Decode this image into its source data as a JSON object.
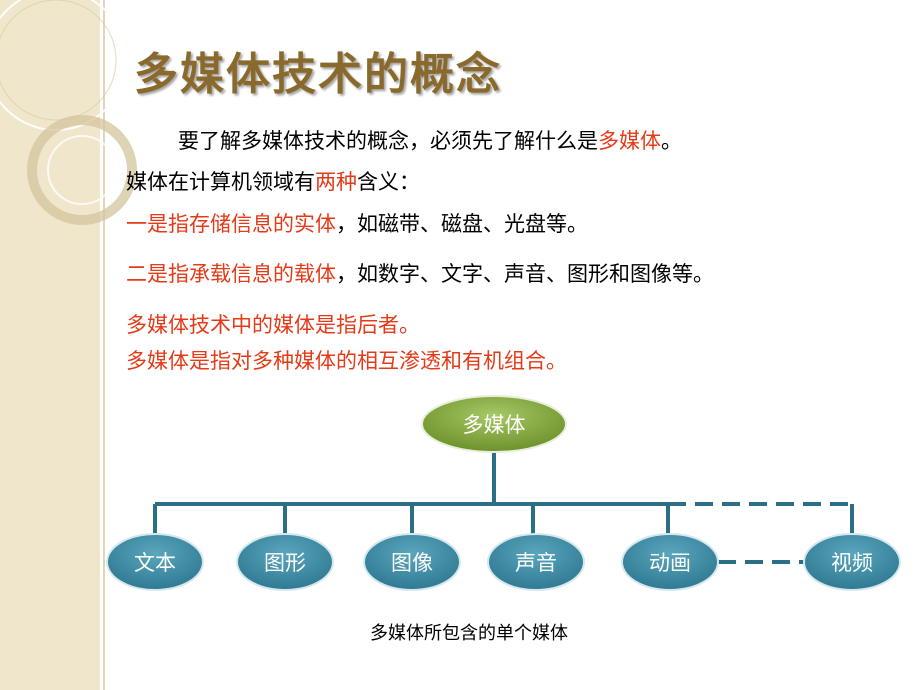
{
  "title": "多媒体技术的概念",
  "intro": {
    "prefix": "要了解多媒体技术的概念，必须先了解什么是",
    "highlight": "多媒体",
    "suffix": "。"
  },
  "meanings": {
    "prefix": "媒体在计算机领域有",
    "highlight": "两种",
    "suffix": "含义："
  },
  "first_meaning": {
    "highlight": "一是指存储信息的实体",
    "rest": "，如磁带、磁盘、光盘等。"
  },
  "second_meaning": {
    "highlight": "二是指承载信息的载体",
    "rest": "，如数字、文字、声音、图形和图像等。"
  },
  "latter": "多媒体技术中的媒体是指后者。",
  "combination": "多媒体是指对多种媒体的相互渗透和有机组合。",
  "diagram": {
    "root": "多媒体",
    "children": [
      "文本",
      "图形",
      "图像",
      "声音",
      "动画",
      "视频"
    ],
    "caption": "多媒体所包含的单个媒体"
  },
  "colors": {
    "title": "#8a6a2c",
    "highlight": "#e53a17",
    "root_node": "#7fa33b",
    "child_node": "#3c8aa3",
    "connector": "#2b6f86",
    "left_band": "#efe6cc"
  }
}
